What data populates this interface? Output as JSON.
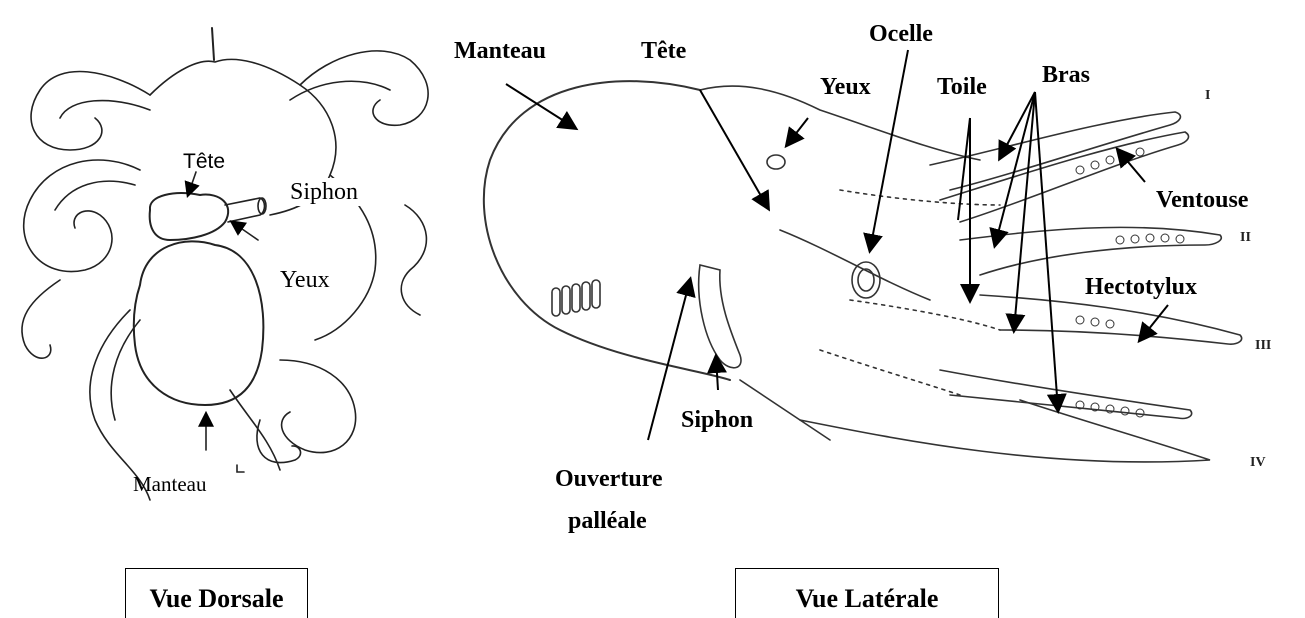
{
  "dorsal_view": {
    "labels": {
      "head": "Tête",
      "siphon": "Siphon",
      "eyes": "Yeux",
      "mantle": "Manteau"
    },
    "caption": "Vue Dorsale"
  },
  "lateral_view": {
    "labels": {
      "mantle": "Manteau",
      "head": "Tête",
      "eyes": "Yeux",
      "ocellus": "Ocelle",
      "web": "Toile",
      "arms": "Bras",
      "sucker": "Ventouse",
      "hectocotylus": "Hectotylux",
      "siphon": "Siphon",
      "pallial_opening_line1": "Ouverture",
      "pallial_opening_line2": "palléale"
    },
    "arm_numerals": [
      "I",
      "II",
      "III",
      "IV"
    ],
    "caption": "Vue Latérale"
  }
}
